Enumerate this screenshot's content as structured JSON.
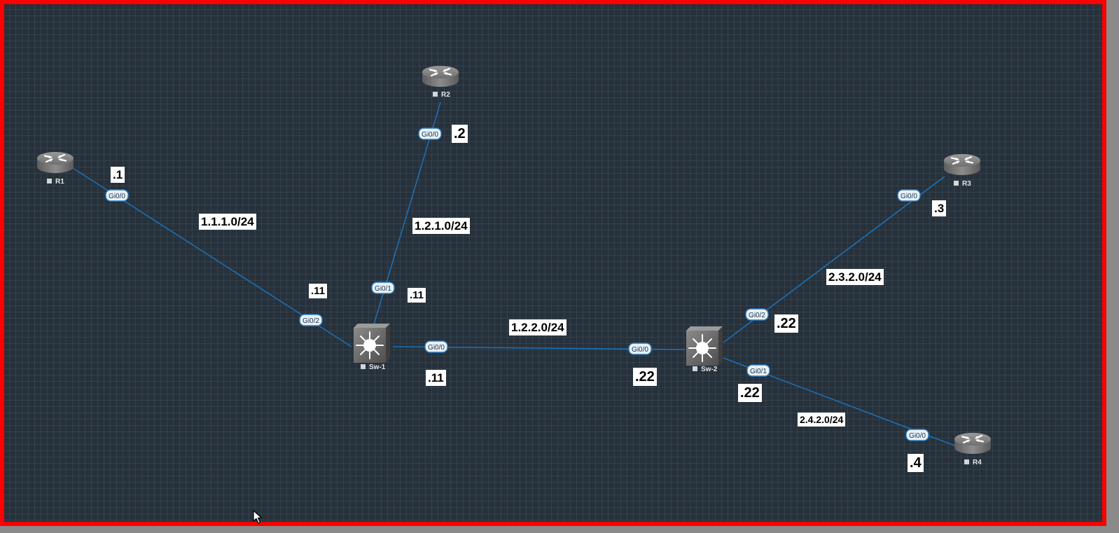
{
  "nodes": [
    {
      "id": "R1",
      "label": "R1",
      "type": "router",
      "icon": "router-icon"
    },
    {
      "id": "R2",
      "label": "R2",
      "type": "router",
      "icon": "router-icon"
    },
    {
      "id": "R3",
      "label": "R3",
      "type": "router",
      "icon": "router-icon"
    },
    {
      "id": "R4",
      "label": "R4",
      "type": "router",
      "icon": "router-icon"
    },
    {
      "id": "Sw-1",
      "label": "Sw-1",
      "type": "switch",
      "icon": "l3-switch-icon"
    },
    {
      "id": "Sw-2",
      "label": "Sw-2",
      "type": "switch",
      "icon": "l3-switch-icon"
    }
  ],
  "links": [
    {
      "from": "R1",
      "from_if": "Gi0/0",
      "to": "Sw-1",
      "to_if": "Gi0/2",
      "subnet": "1.1.1.0/24",
      "from_ip": ".1",
      "to_ip": ".11"
    },
    {
      "from": "R2",
      "from_if": "Gi0/0",
      "to": "Sw-1",
      "to_if": "Gi0/1",
      "subnet": "1.2.1.0/24",
      "from_ip": ".2",
      "to_ip": ".11"
    },
    {
      "from": "Sw-1",
      "from_if": "Gi0/0",
      "to": "Sw-2",
      "to_if": "Gi0/0",
      "subnet": "1.2.2.0/24",
      "from_ip": ".11",
      "to_ip": ".22"
    },
    {
      "from": "R3",
      "from_if": "Gi0/0",
      "to": "Sw-2",
      "to_if": "Gi0/2",
      "subnet": "2.3.2.0/24",
      "from_ip": ".3",
      "to_ip": ".22"
    },
    {
      "from": "R4",
      "from_if": "Gi0/0",
      "to": "Sw-2",
      "to_if": "Gi0/1",
      "subnet": "2.4.2.0/24",
      "from_ip": ".4",
      "to_ip": ".22"
    }
  ],
  "colors": {
    "canvas_bg": "#26313b",
    "frame": "#ff0000",
    "link": "#1d6fb3",
    "label_bg": "#ffffff"
  },
  "cursor": "arrow-cursor-icon"
}
